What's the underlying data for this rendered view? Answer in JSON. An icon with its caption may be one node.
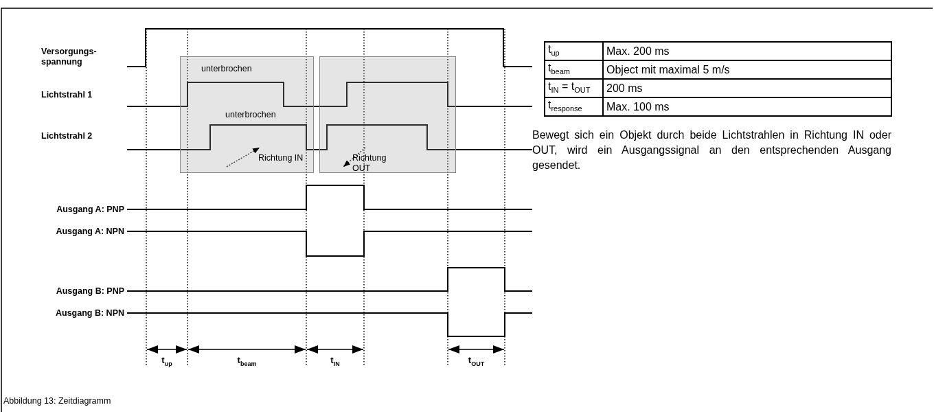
{
  "diagram": {
    "caption": "Abbildung 13: Zeitdiagramm",
    "nodes": [
      {
        "text": [
          "unterbrochen",
          "unterbrochen",
          "Richtung IN"
        ]
      },
      {
        "text": [
          "Richtung OUT"
        ]
      }
    ],
    "edges": [],
    "labels": [
      "Versorgungs- spannung",
      "Lichtstrahl 1",
      "Lichtstrahl 2",
      "Ausgang A: PNP",
      "Ausgang A: NPN",
      "Ausgang B: PNP",
      "Ausgang B: NPN",
      "t$_{up}$",
      "t$_{beam}$",
      "t$_{IN}$",
      "t$_{OUT}$",
      "t$_{up}$",
      "Max. 200 ms",
      "t$_{beam}$",
      "Object mit maximal 5 m/s",
      "t$_{IN}$ = t$_{OUT}$",
      "200 ms",
      "t$_{response}$",
      "Max. 100 ms",
      "Bewegt sich ein Objekt durch beide Lichtstrahlen in Richtung IN oder OUT, wird ein Ausgangssignal an den entsprechenden Ausgang gesendet."
    ]
  }
}
